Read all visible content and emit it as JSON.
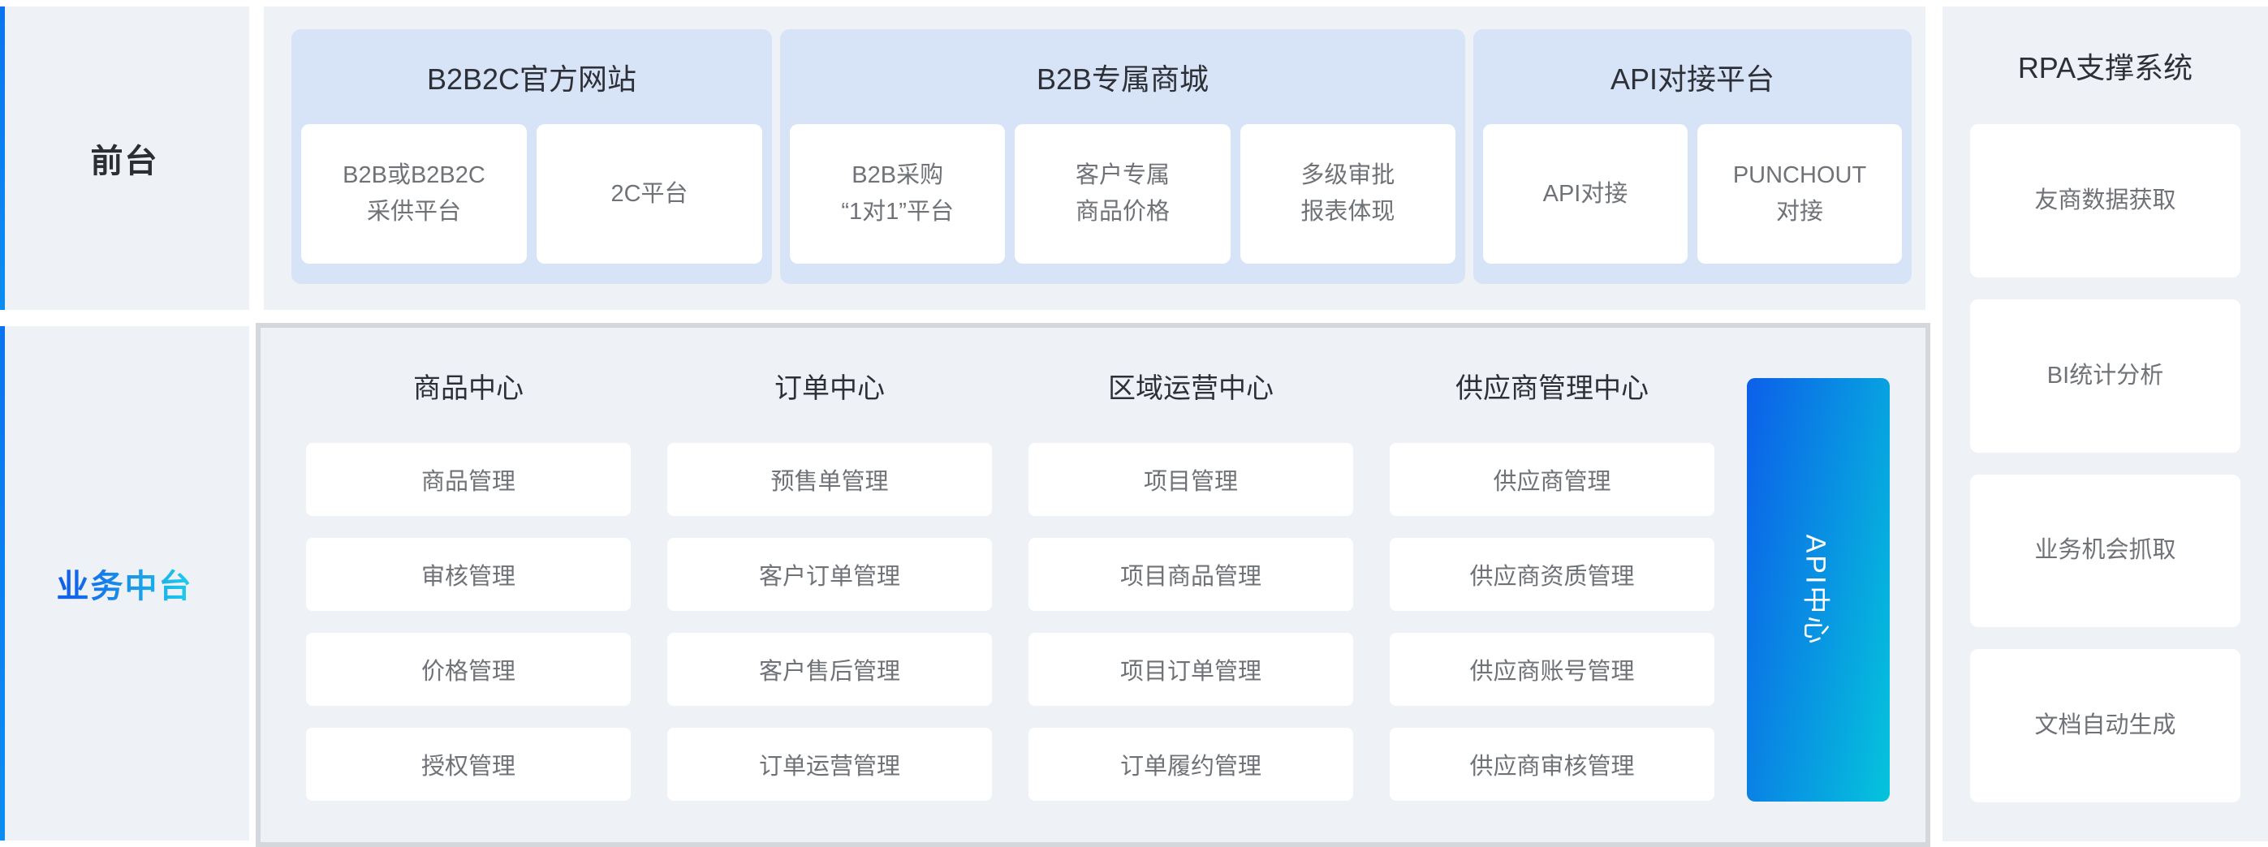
{
  "front_stage": {
    "label": "前台"
  },
  "middle_stage": {
    "label": "业务中台"
  },
  "top_groups": [
    {
      "title": "B2B2C官方网站",
      "items": [
        "B2B或B2B2C\n采供平台",
        "2C平台"
      ]
    },
    {
      "title": "B2B专属商城",
      "items": [
        "B2B采购\n“1对1”平台",
        "客户专属\n商品价格",
        "多级审批\n报表体现"
      ]
    },
    {
      "title": "API对接平台",
      "items": [
        "API对接",
        "PUNCHOUT\n对接"
      ]
    }
  ],
  "centers": [
    {
      "title": "商品中心",
      "items": [
        "商品管理",
        "审核管理",
        "价格管理",
        "授权管理"
      ]
    },
    {
      "title": "订单中心",
      "items": [
        "预售单管理",
        "客户订单管理",
        "客户售后管理",
        "订单运营管理"
      ]
    },
    {
      "title": "区域运营中心",
      "items": [
        "项目管理",
        "项目商品管理",
        "项目订单管理",
        "订单履约管理"
      ]
    },
    {
      "title": "供应商管理中心",
      "items": [
        "供应商管理",
        "供应商资质管理",
        "供应商账号管理",
        "供应商审核管理"
      ]
    }
  ],
  "api_center": {
    "label": "API中心"
  },
  "rpa": {
    "title": "RPA支撑系统",
    "items": [
      "友商数据获取",
      "BI统计分析",
      "业务机会抓取",
      "文档自动生成"
    ]
  },
  "colors": {
    "page_bg": "#ffffff",
    "panel_bg": "#eef1f6",
    "group_bg": "#d7e3f7",
    "card_bg": "#ffffff",
    "big_box_border": "#d4d8dd",
    "accent_blue": "#0b7cf1",
    "api_gradient_start": "#0c5fe9",
    "api_gradient_end": "#05c4dc",
    "stage_gradient_start": "#1261e8",
    "stage_gradient_end": "#1fc9e9",
    "title_text": "#2d3036",
    "item_text": "#6f7377"
  }
}
